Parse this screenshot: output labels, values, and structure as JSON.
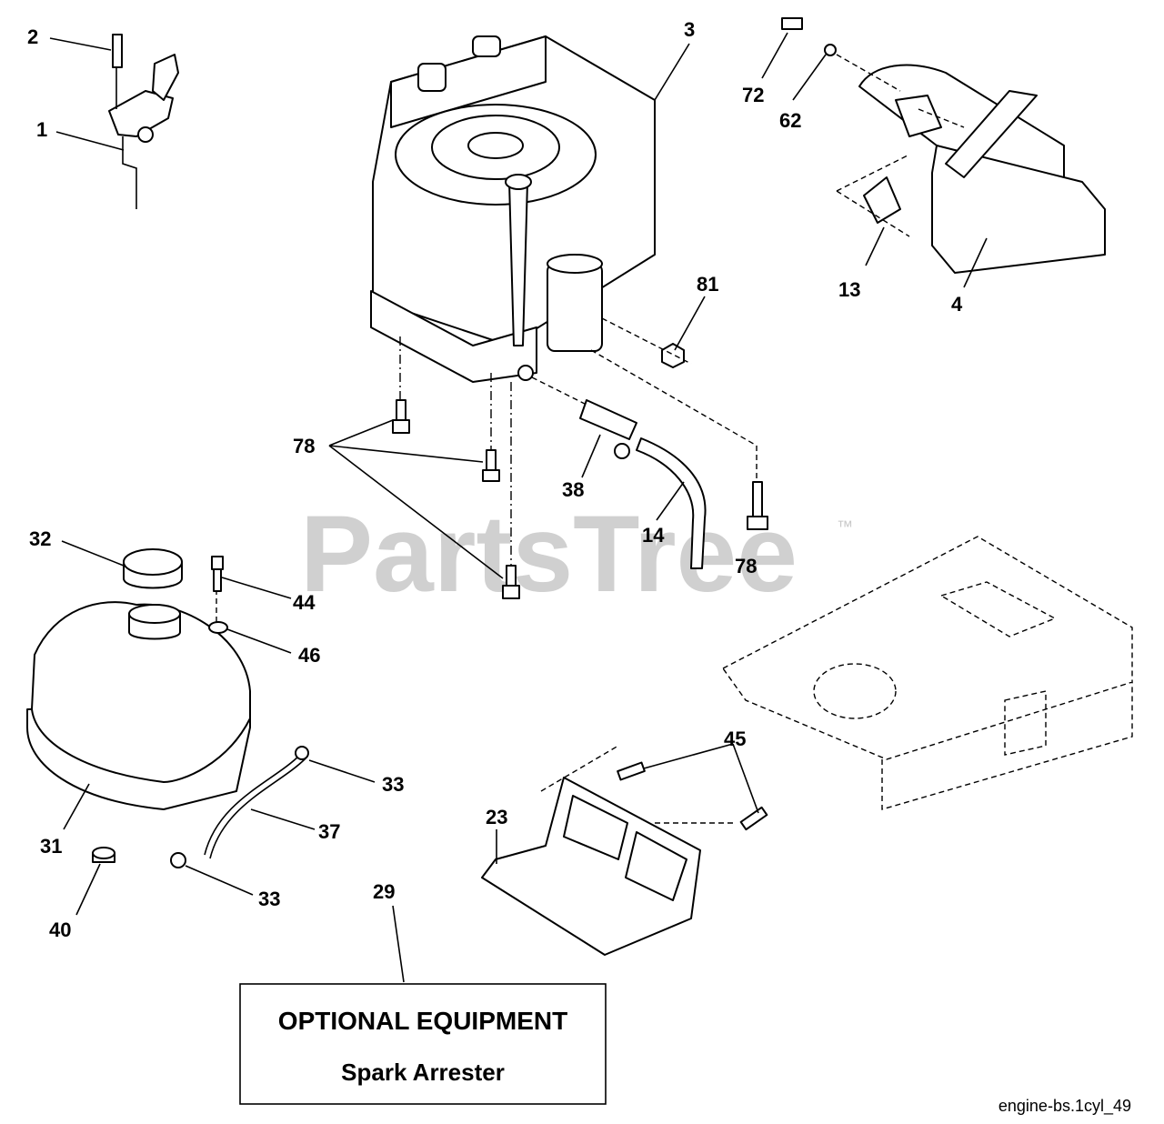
{
  "watermark": {
    "text": "PartsTree",
    "trademark": "™"
  },
  "callouts": {
    "c1": "1",
    "c2": "2",
    "c3": "3",
    "c4": "4",
    "c13": "13",
    "c14": "14",
    "c23": "23",
    "c29": "29",
    "c31": "31",
    "c32": "32",
    "c33a": "33",
    "c33b": "33",
    "c37": "37",
    "c38": "38",
    "c40": "40",
    "c44": "44",
    "c45": "45",
    "c46": "46",
    "c62": "62",
    "c72": "72",
    "c78a": "78",
    "c78b": "78",
    "c81": "81"
  },
  "optional_box": {
    "title": "OPTIONAL EQUIPMENT",
    "subtitle": "Spark Arrester"
  },
  "diagram_code": "engine-bs.1cyl_49"
}
